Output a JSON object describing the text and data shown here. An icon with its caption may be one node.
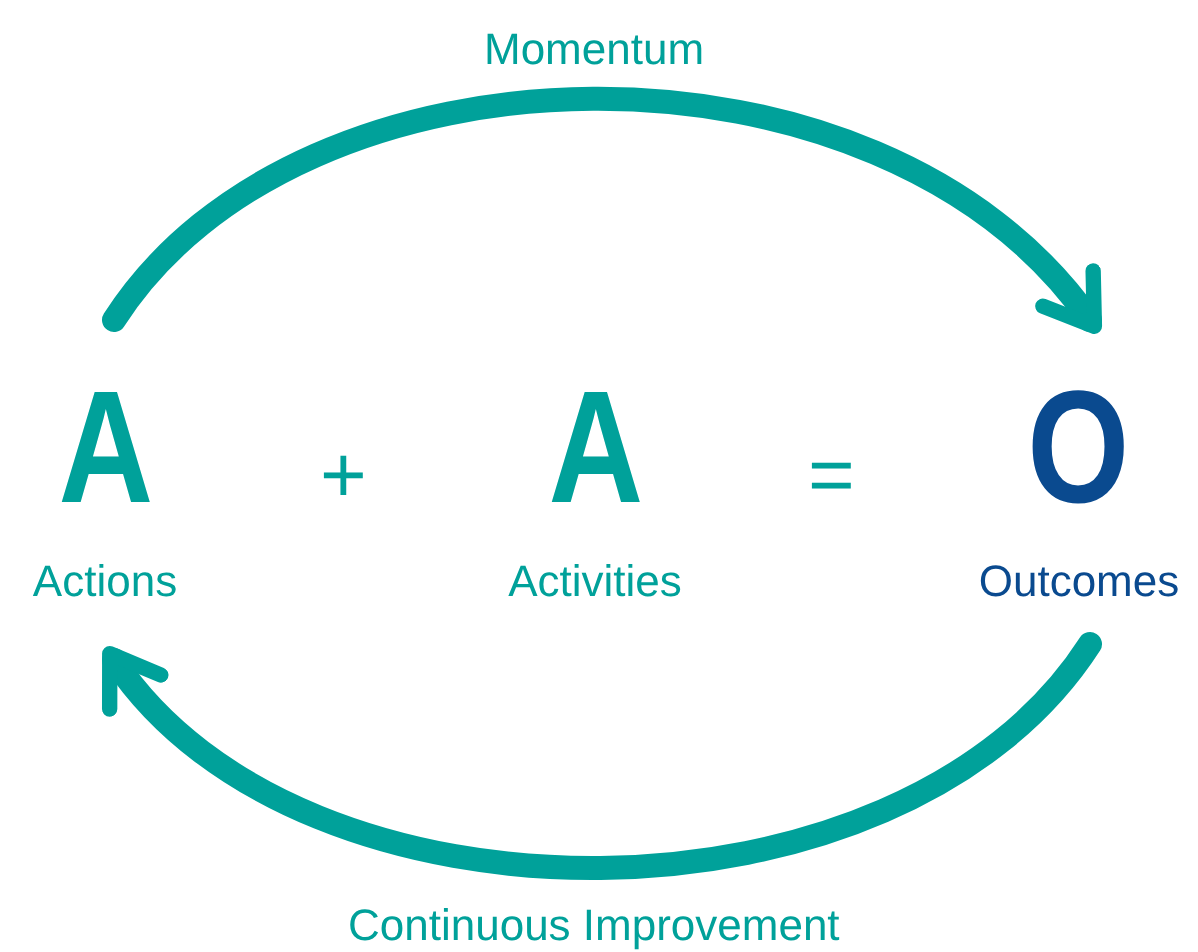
{
  "diagram": {
    "nodes": [
      {
        "text": [
          "A",
          "Actions"
        ]
      },
      {
        "text": [
          "A",
          "Activities"
        ]
      },
      {
        "text": [
          "O",
          "Outcomes"
        ]
      }
    ],
    "edges": [
      {
        "from": 0,
        "to": 2,
        "arrow": "to",
        "label": "Momentum"
      },
      {
        "from": 2,
        "to": 0,
        "arrow": "to",
        "label": "Continuous Improvement"
      }
    ],
    "labels": [
      "+",
      "="
    ]
  }
}
